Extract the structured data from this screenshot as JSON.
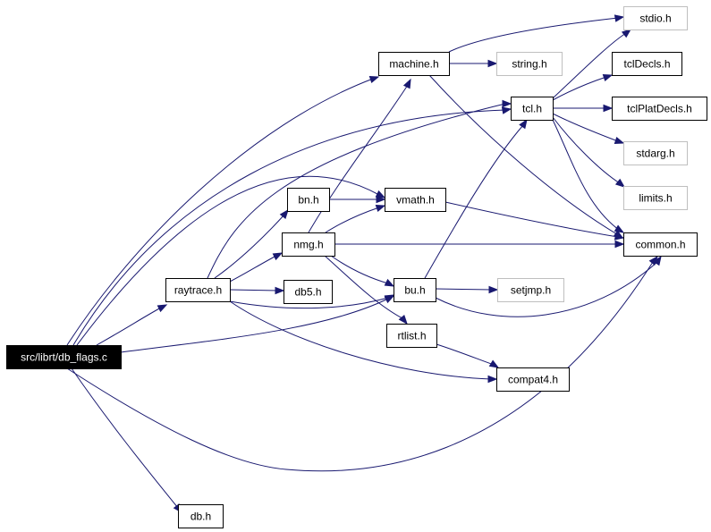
{
  "diagram": {
    "type": "include-dependency-graph",
    "root": "src/librt/db_flags.c",
    "nodes": [
      {
        "id": "db_flags",
        "label": "src/librt/db_flags.c",
        "style": "root"
      },
      {
        "id": "machine",
        "label": "machine.h",
        "style": "normal"
      },
      {
        "id": "stdio",
        "label": "stdio.h",
        "style": "missing"
      },
      {
        "id": "string",
        "label": "string.h",
        "style": "missing"
      },
      {
        "id": "tcl",
        "label": "tcl.h",
        "style": "normal"
      },
      {
        "id": "tclDecls",
        "label": "tclDecls.h",
        "style": "normal"
      },
      {
        "id": "tclPlatDecls",
        "label": "tclPlatDecls.h",
        "style": "normal"
      },
      {
        "id": "stdarg",
        "label": "stdarg.h",
        "style": "missing"
      },
      {
        "id": "limits",
        "label": "limits.h",
        "style": "missing"
      },
      {
        "id": "bn",
        "label": "bn.h",
        "style": "normal"
      },
      {
        "id": "vmath",
        "label": "vmath.h",
        "style": "normal"
      },
      {
        "id": "nmg",
        "label": "nmg.h",
        "style": "normal"
      },
      {
        "id": "common",
        "label": "common.h",
        "style": "normal"
      },
      {
        "id": "raytrace",
        "label": "raytrace.h",
        "style": "normal"
      },
      {
        "id": "db5",
        "label": "db5.h",
        "style": "normal"
      },
      {
        "id": "bu",
        "label": "bu.h",
        "style": "normal"
      },
      {
        "id": "setjmp",
        "label": "setjmp.h",
        "style": "missing"
      },
      {
        "id": "rtlist",
        "label": "rtlist.h",
        "style": "normal"
      },
      {
        "id": "compat4",
        "label": "compat4.h",
        "style": "normal"
      },
      {
        "id": "db",
        "label": "db.h",
        "style": "normal"
      }
    ],
    "edges": [
      {
        "from": "db_flags",
        "to": "machine"
      },
      {
        "from": "db_flags",
        "to": "tcl"
      },
      {
        "from": "db_flags",
        "to": "vmath"
      },
      {
        "from": "db_flags",
        "to": "raytrace"
      },
      {
        "from": "db_flags",
        "to": "bu"
      },
      {
        "from": "db_flags",
        "to": "common"
      },
      {
        "from": "db_flags",
        "to": "db"
      },
      {
        "from": "machine",
        "to": "stdio"
      },
      {
        "from": "machine",
        "to": "string"
      },
      {
        "from": "machine",
        "to": "common"
      },
      {
        "from": "tcl",
        "to": "stdio"
      },
      {
        "from": "tcl",
        "to": "tclDecls"
      },
      {
        "from": "tcl",
        "to": "tclPlatDecls"
      },
      {
        "from": "tcl",
        "to": "stdarg"
      },
      {
        "from": "tcl",
        "to": "limits"
      },
      {
        "from": "tcl",
        "to": "common"
      },
      {
        "from": "bn",
        "to": "vmath"
      },
      {
        "from": "vmath",
        "to": "common"
      },
      {
        "from": "nmg",
        "to": "machine"
      },
      {
        "from": "nmg",
        "to": "vmath"
      },
      {
        "from": "nmg",
        "to": "common"
      },
      {
        "from": "nmg",
        "to": "bu"
      },
      {
        "from": "nmg",
        "to": "rtlist"
      },
      {
        "from": "raytrace",
        "to": "tcl"
      },
      {
        "from": "raytrace",
        "to": "bn"
      },
      {
        "from": "raytrace",
        "to": "nmg"
      },
      {
        "from": "raytrace",
        "to": "db5"
      },
      {
        "from": "raytrace",
        "to": "bu"
      },
      {
        "from": "raytrace",
        "to": "compat4"
      },
      {
        "from": "bu",
        "to": "tcl"
      },
      {
        "from": "bu",
        "to": "setjmp"
      },
      {
        "from": "bu",
        "to": "common"
      },
      {
        "from": "rtlist",
        "to": "compat4"
      }
    ]
  },
  "colors": {
    "edge": "#191970",
    "node_border": "#000000",
    "missing_node_border": "#bfbfbf",
    "root_fill": "#000000",
    "root_text": "#ffffff"
  }
}
